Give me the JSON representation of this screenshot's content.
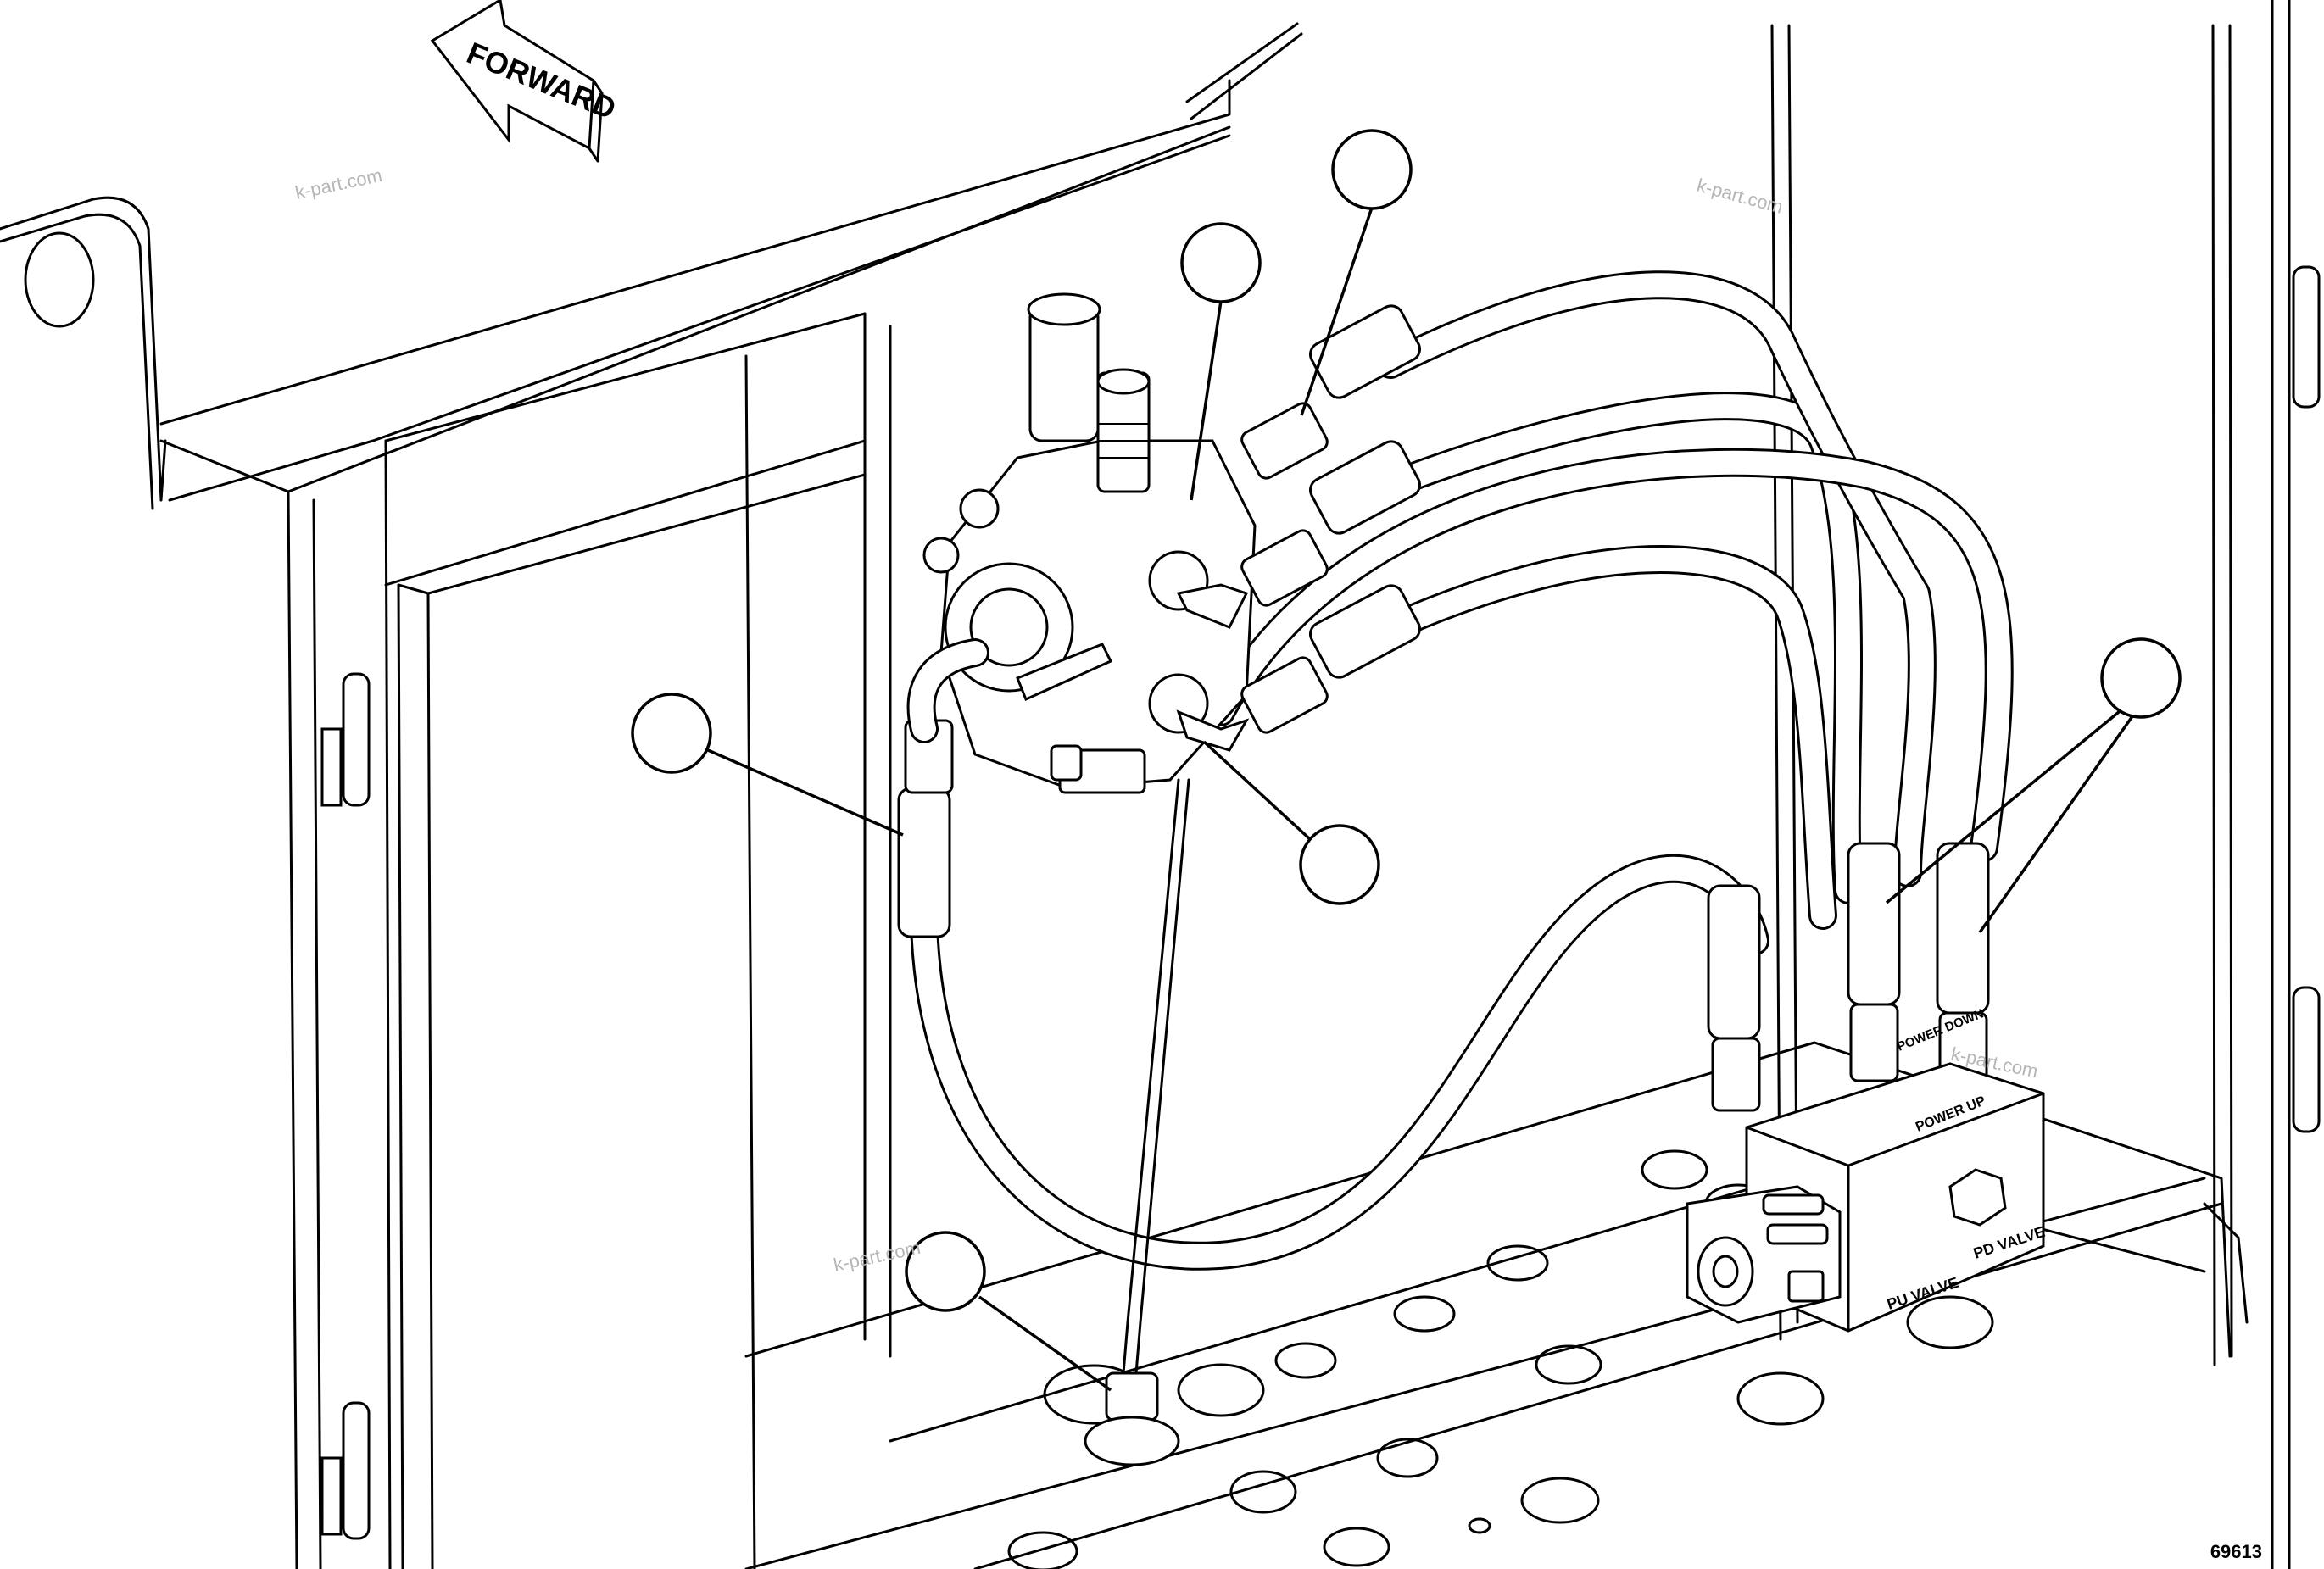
{
  "diagram": {
    "figure_number": "69613",
    "direction_arrow_label": "FORWARD",
    "valve_block_labels": {
      "power_up": "POWER UP",
      "power_down": "POWER DOWN",
      "pu_valve": "PU VALVE",
      "pd_valve": "PD VALVE"
    },
    "watermarks": [
      "k-part.com",
      "k-part.com",
      "k-part.com",
      "k-part.com"
    ],
    "callouts": [
      "",
      "",
      "",
      "",
      "",
      "",
      ""
    ]
  }
}
